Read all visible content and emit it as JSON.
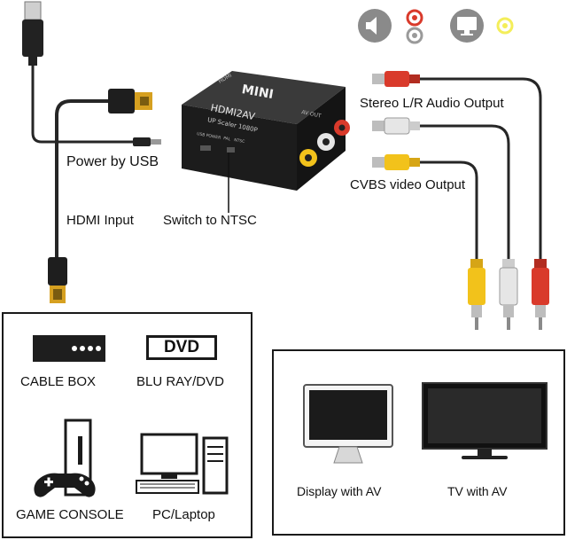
{
  "colors": {
    "cable": "#262626",
    "rca_red": "#d93a2b",
    "rca_white": "#e6e6e6",
    "rca_yellow": "#f2c21b",
    "hdmi_gold": "#d6a020",
    "device_body": "#1c1c1c",
    "icon_gray": "#8a8a8a",
    "indicator_yellow": "#f4ee5a",
    "indicator_red": "#d93a2b"
  },
  "icons": {
    "audio": "speaker-icon",
    "audio_jacks": "red-white-jack-icon",
    "video": "monitor-icon",
    "video_jack": "yellow-jack-icon"
  },
  "device": {
    "brand": "MINI",
    "model": "HDMI2AV",
    "subtitle": "UP Scaler 1080P",
    "side_label_left": "HDMI",
    "side_label_right": "AV OUT",
    "port_labels": [
      "USB POWER",
      "PAL",
      "NTSC"
    ]
  },
  "labels": {
    "power_usb": "Power by USB",
    "hdmi_input": "HDMI Input",
    "switch_ntsc": "Switch to NTSC",
    "stereo_output": "Stereo L/R Audio Output",
    "cvbs_output": "CVBS video Output"
  },
  "sources": {
    "cable_box": "CABLE BOX",
    "dvd_logo": "DVD",
    "blu_ray": "BLU RAY/DVD",
    "game_console": "GAME CONSOLE",
    "pc_laptop": "PC/Laptop"
  },
  "outputs": {
    "display_av": "Display with  AV",
    "tv_av": "TV with AV"
  }
}
